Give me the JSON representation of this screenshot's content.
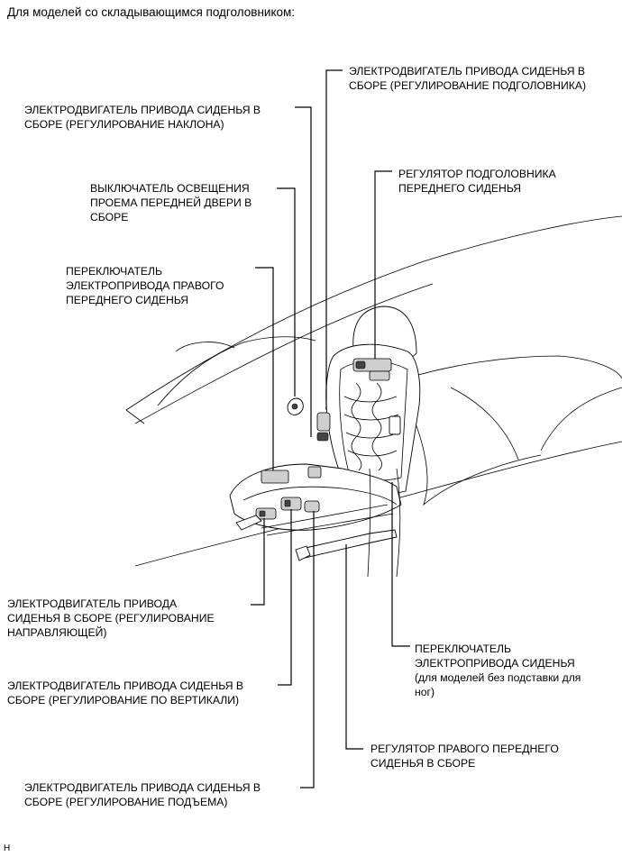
{
  "header": {
    "title": "Для моделей со складывающимся подголовником:"
  },
  "labels": {
    "headrest_motor": [
      "ЭЛЕКТРОДВИГАТЕЛЬ ПРИВОДА СИДЕНЬЯ В",
      "СБОРЕ (РЕГУЛИРОВАНИЕ ПОДГОЛОВНИКА)"
    ],
    "recline_motor": [
      "ЭЛЕКТРОДВИГАТЕЛЬ ПРИВОДА СИДЕНЬЯ В",
      "СБОРЕ (РЕГУЛИРОВАНИЕ НАКЛОНА)"
    ],
    "headrest_regulator": [
      "РЕГУЛЯТОР ПОДГОЛОВНИКА",
      "ПЕРЕДНЕГО СИДЕНЬЯ"
    ],
    "door_light_switch": [
      "ВЫКЛЮЧАТЕЛЬ ОСВЕЩЕНИЯ",
      "ПРОЕМА ПЕРЕДНЕЙ ДВЕРИ В",
      "СБОРЕ"
    ],
    "right_front_seat_switch": [
      "ПЕРЕКЛЮЧАТЕЛЬ",
      "ЭЛЕКТРОПРИВОДА ПРАВОГО",
      "ПЕРЕДНЕГО СИДЕНЬЯ"
    ],
    "slide_motor": [
      "ЭЛЕКТРОДВИГАТЕЛЬ ПРИВОДА",
      "СИДЕНЬЯ В СБОРЕ (РЕГУЛИРОВАНИЕ",
      "НАПРАВЛЯЮЩЕЙ)"
    ],
    "seat_switch": [
      "ПЕРЕКЛЮЧАТЕЛЬ",
      "ЭЛЕКТРОПРИВОДА СИДЕНЬЯ",
      "(для моделей без подставки для",
      "ног)"
    ],
    "vertical_motor": [
      "ЭЛЕКТРОДВИГАТЕЛЬ ПРИВОДА СИДЕНЬЯ В",
      "СБОРЕ (РЕГУЛИРОВАНИЕ ПО ВЕРТИКАЛИ)"
    ],
    "right_front_seat_adjuster": [
      "РЕГУЛЯТОР ПРАВОГО ПЕРЕДНЕГО",
      "СИДЕНЬЯ В СБОРЕ"
    ],
    "lifter_motor": [
      "ЭЛЕКТРОДВИГАТЕЛЬ ПРИВОДА СИДЕНЬЯ В",
      "СБОРЕ (РЕГУЛИРОВАНИЕ ПОДЪЕМА)"
    ]
  },
  "footer": {
    "code": "H"
  }
}
